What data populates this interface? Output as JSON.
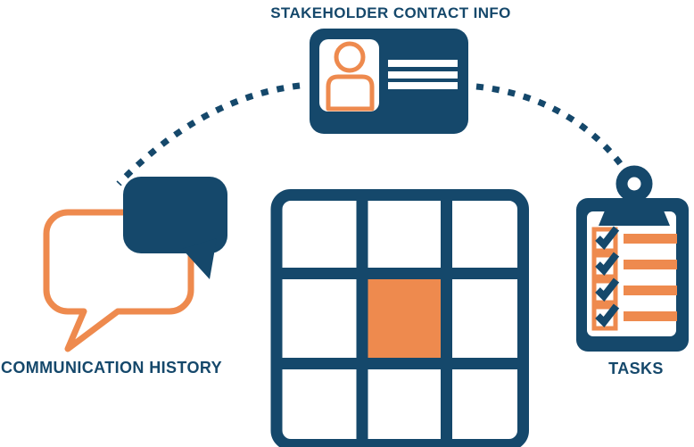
{
  "diagram": {
    "nodes": {
      "stakeholder": {
        "label": "STAKEHOLDER CONTACT INFO",
        "icon": "contact-card-icon",
        "detail_lines": 3
      },
      "communication": {
        "label": "COMMUNICATION HISTORY",
        "icon": "speech-bubbles-icon"
      },
      "tasks": {
        "label": "TASKS",
        "icon": "clipboard-checklist-icon",
        "checklist_rows": 4
      },
      "center": {
        "icon": "grid-icon",
        "grid_size": "3x3",
        "highlighted_cell": "center"
      }
    },
    "connectors": [
      {
        "name": "card-to-communication-history",
        "style": "dashed-arc"
      },
      {
        "name": "card-to-tasks",
        "style": "dashed-arc"
      }
    ],
    "colors": {
      "navy": "#15486B",
      "orange": "#EE8A4E",
      "white": "#FFFFFF",
      "background": "#FFFFFF"
    }
  }
}
